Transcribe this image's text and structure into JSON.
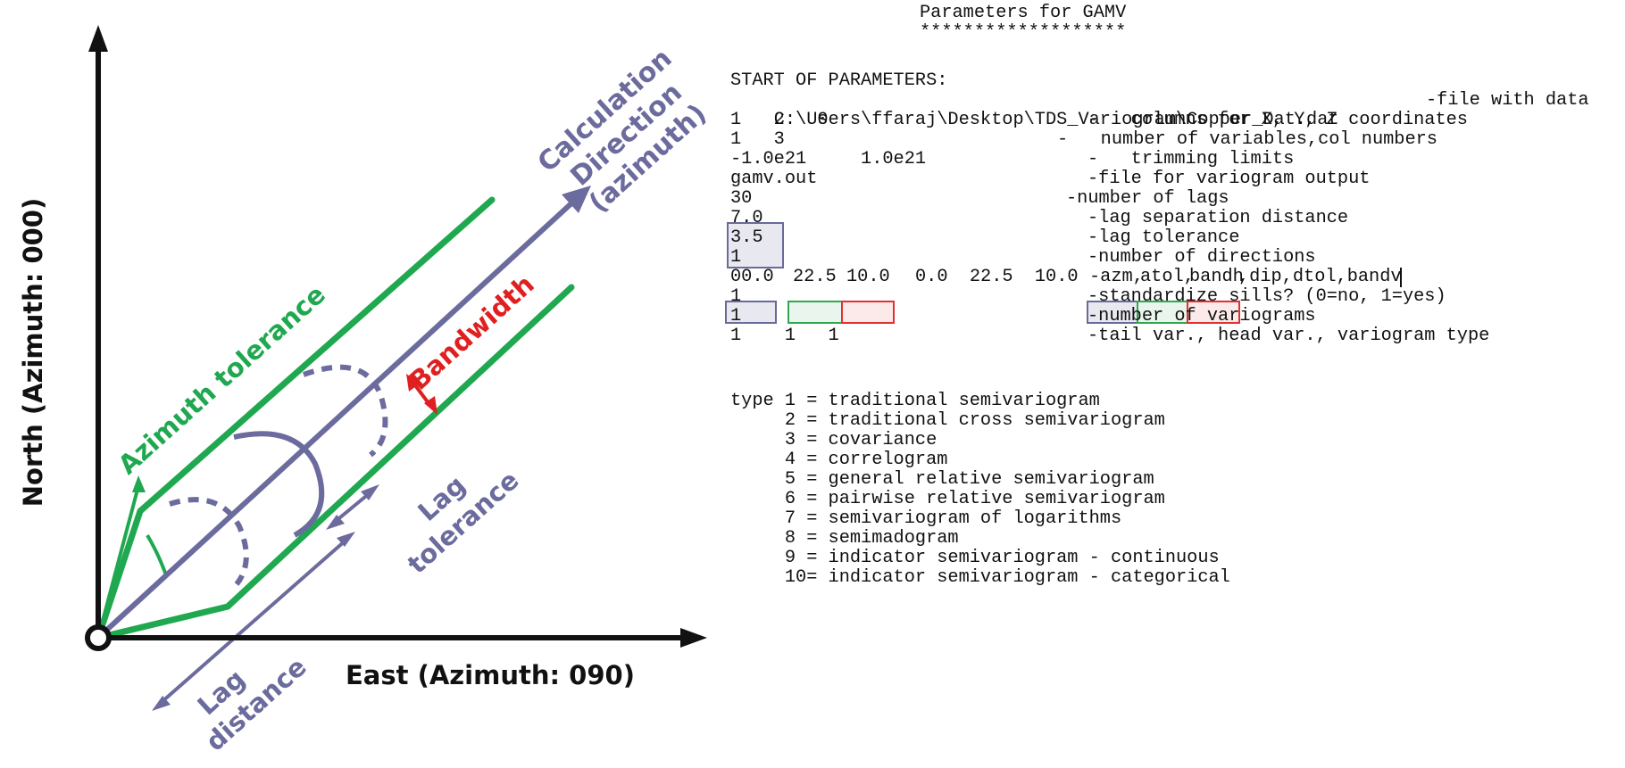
{
  "diagram": {
    "north_label": "North (Azimuth: 000)",
    "east_label": "East (Azimuth: 090)",
    "calc_direction_label": [
      "Calculation",
      "Direction",
      "(azimuth)"
    ],
    "azimuth_tolerance_label": "Azimuth tolerance",
    "bandwidth_label": "Bandwidth",
    "lag_tolerance_label": [
      "Lag",
      "tolerance"
    ],
    "lag_distance_label": [
      "Lag",
      "distance"
    ],
    "colors": {
      "axis": "#111111",
      "green": "#1fa84f",
      "purple": "#6b6b9e",
      "red": "#e02020"
    }
  },
  "params": {
    "title": "Parameters for GAMV",
    "title_underline": "*******************",
    "start": "START OF PARAMETERS:",
    "lines": [
      {
        "value": "C:\\Users\\ffaraj\\Desktop\\TDS_Variogram\\Copper_Dat.dat",
        "comment": "-file with data"
      },
      {
        "value": "1   2   0",
        "comment": "-   columns for X, Y, Z coordinates"
      },
      {
        "value": "1   3",
        "comment": "-   number of variables,col numbers"
      },
      {
        "value": "-1.0e21     1.0e21",
        "comment": "-   trimming limits"
      },
      {
        "value": "gamv.out",
        "comment": "-file for variogram output"
      },
      {
        "value": "30",
        "comment": "-number of lags"
      },
      {
        "value": "7.0",
        "comment": "-lag separation distance"
      },
      {
        "value": "3.5",
        "comment": "-lag tolerance"
      },
      {
        "value": "1",
        "comment": "-number of directions"
      },
      {
        "value": "",
        "comment": ""
      },
      {
        "value": "1",
        "comment": "-standardize sills? (0=no, 1=yes)"
      },
      {
        "value": "1",
        "comment": "-number of variograms"
      },
      {
        "value": "1    1   1",
        "comment": "-tail var., head var., variogram type"
      }
    ],
    "direction_line": {
      "azm": "00.0",
      "atol": "22.5",
      "bandh": "10.0",
      "rest": "0.0  22.5  10.0",
      "comment_azm": "-azm,",
      "comment_atol": "atol,",
      "comment_bandh": "bandh",
      "comment_rest": ",dip,dtol,bandv"
    },
    "types": [
      "type 1 = traditional semivariogram",
      "     2 = traditional cross semivariogram",
      "     3 = covariance",
      "     4 = correlogram",
      "     5 = general relative semivariogram",
      "     6 = pairwise relative semivariogram",
      "     7 = semivariogram of logarithms",
      "     8 = semimadogram",
      "     9 = indicator semivariogram - continuous",
      "     10= indicator semivariogram - categorical"
    ]
  }
}
